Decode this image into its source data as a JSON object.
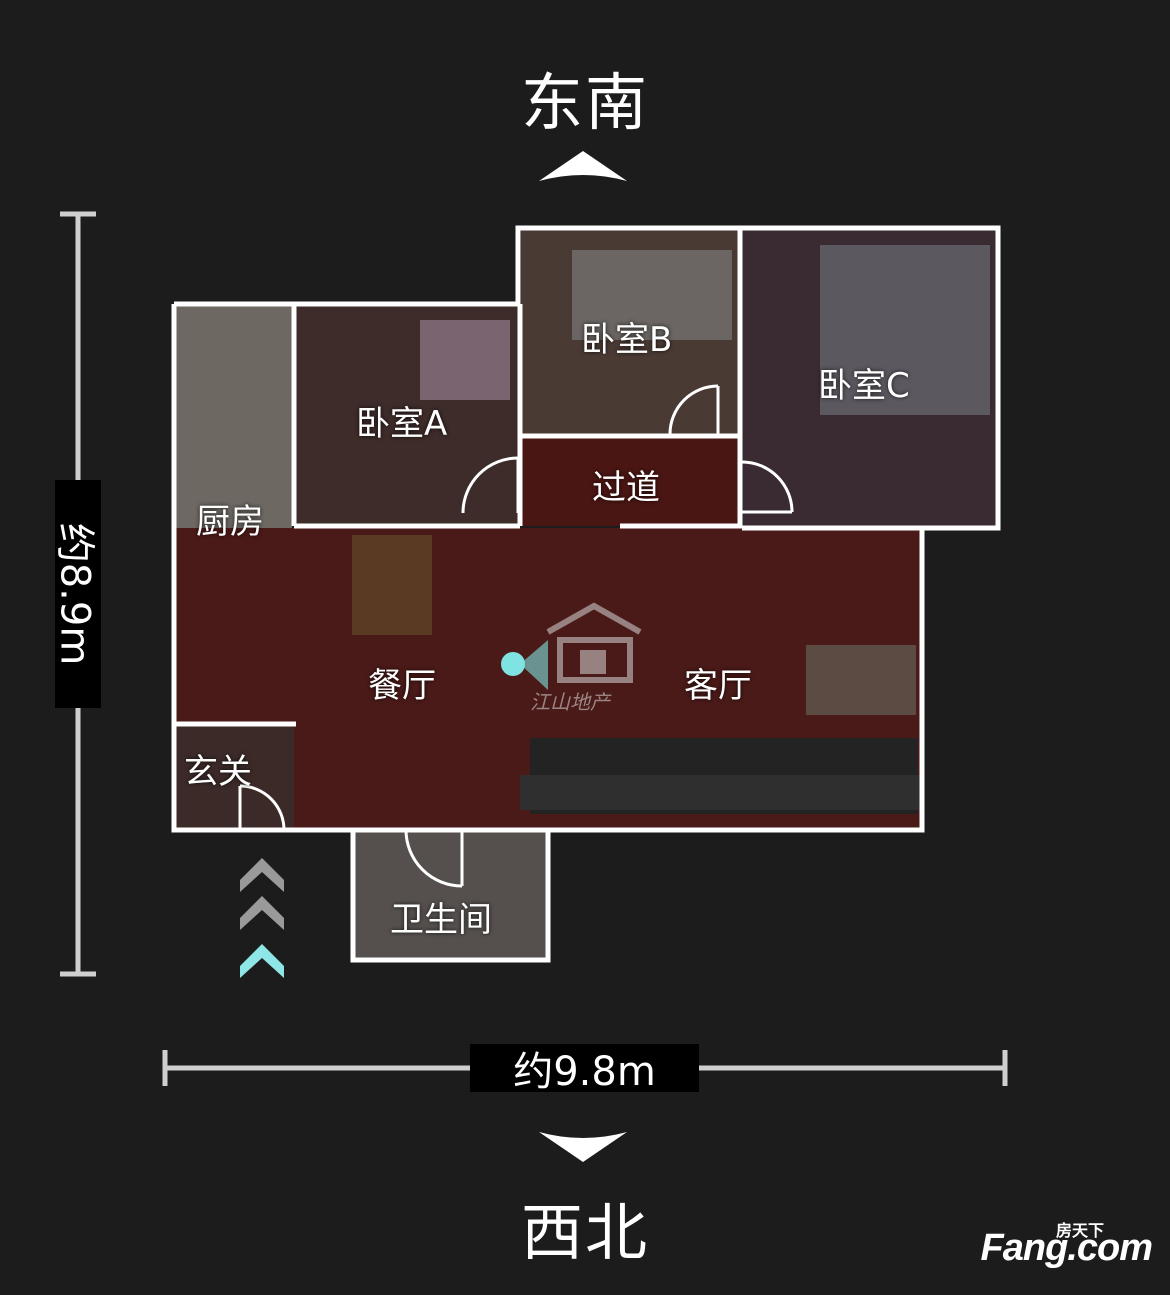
{
  "directions": {
    "top": "东南",
    "bottom": "西北"
  },
  "dimensions": {
    "height": "约8.9m",
    "width": "约9.8m"
  },
  "rooms": {
    "bedroom_a": "卧室A",
    "bedroom_b": "卧室B",
    "bedroom_c": "卧室C",
    "kitchen": "厨房",
    "corridor": "过道",
    "dining": "餐厅",
    "living": "客厅",
    "entrance": "玄关",
    "bathroom": "卫生间"
  },
  "watermark": {
    "text": "江山地产"
  },
  "logo": {
    "top": "房天下",
    "main": "Fang.com"
  },
  "colors": {
    "background": "#1c1c1c",
    "wall": "#ffffff",
    "floor": "#4a1a18",
    "accent": "#7fe3e3"
  }
}
